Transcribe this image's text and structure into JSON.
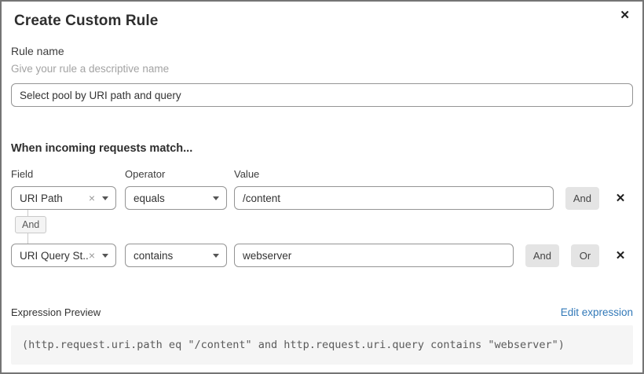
{
  "dialog": {
    "title": "Create Custom Rule"
  },
  "icons": {
    "close": "✕",
    "clear": "×",
    "delete_row": "✕"
  },
  "rule_name": {
    "label": "Rule name",
    "hint": "Give your rule a descriptive name",
    "value": "Select pool by URI path and query"
  },
  "match_section": {
    "heading": "When incoming requests match...",
    "columns": {
      "field": "Field",
      "operator": "Operator",
      "value": "Value"
    },
    "rows": [
      {
        "field": "URI Path",
        "operator": "equals",
        "value": "/content",
        "and_label": "And"
      },
      {
        "field": "URI Query St...",
        "operator": "contains",
        "value": "webserver",
        "and_label": "And",
        "or_label": "Or"
      }
    ],
    "connector_label": "And"
  },
  "expression": {
    "label": "Expression Preview",
    "edit_link": "Edit expression",
    "preview": "(http.request.uri.path eq \"/content\" and http.request.uri.query contains \"webserver\")"
  },
  "colors": {
    "link_blue": "#3279b8",
    "button_gray": "#e4e4e4",
    "preview_bg": "#f5f5f5",
    "input_border": "#949494",
    "dialog_border": "#757575"
  }
}
